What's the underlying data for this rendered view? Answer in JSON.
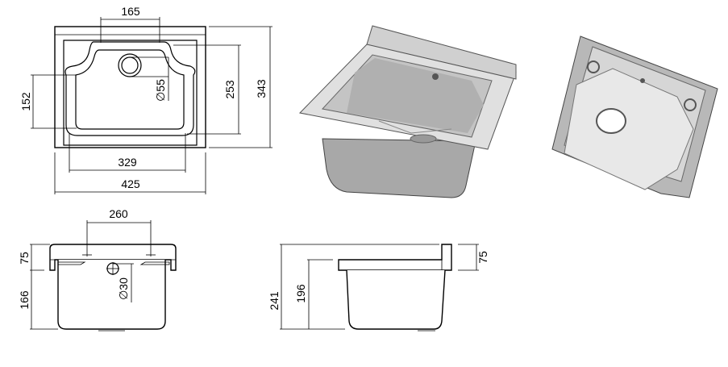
{
  "top_view": {
    "dims": {
      "hole_spacing_top": "165",
      "overall_depth": "343",
      "basin_depth": "253",
      "front_radius": "152",
      "hole_diameter": "∅55",
      "basin_width": "329",
      "overall_width": "425"
    }
  },
  "front_view": {
    "dims": {
      "tap_hole_spacing": "260",
      "rim_height": "75",
      "basin_height": "166",
      "overflow_diameter": "∅30"
    }
  },
  "side_view": {
    "dims": {
      "total_height": "241",
      "bowl_height": "196",
      "back_height": "75"
    }
  },
  "colors": {
    "line": "#000000",
    "render_fill": "#cfcfcf",
    "render_shadow": "#9a9a9a"
  }
}
